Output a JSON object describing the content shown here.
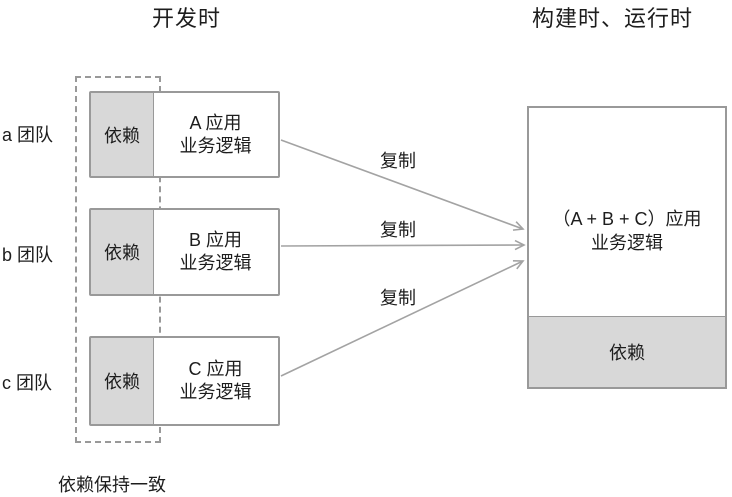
{
  "headers": {
    "left": "开发时",
    "right": "构建时、运行时"
  },
  "teams": [
    {
      "label": "a 团队",
      "dependency": "依赖",
      "app_line1": "A 应用",
      "app_line2": "业务逻辑"
    },
    {
      "label": "b 团队",
      "dependency": "依赖",
      "app_line1": "B 应用",
      "app_line2": "业务逻辑"
    },
    {
      "label": "c 团队",
      "dependency": "依赖",
      "app_line1": "C 应用",
      "app_line2": "业务逻辑"
    }
  ],
  "arrows": [
    {
      "label": "复制"
    },
    {
      "label": "复制"
    },
    {
      "label": "复制"
    }
  ],
  "merged_box": {
    "line1": "（A + B + C）应用",
    "line2": "业务逻辑",
    "dependency": "依赖"
  },
  "footnote": "依赖保持一致",
  "colors": {
    "border": "#999999",
    "fill_gray": "#d8d8d8",
    "arrow": "#a3a3a3",
    "text": "#1d1d1d"
  }
}
